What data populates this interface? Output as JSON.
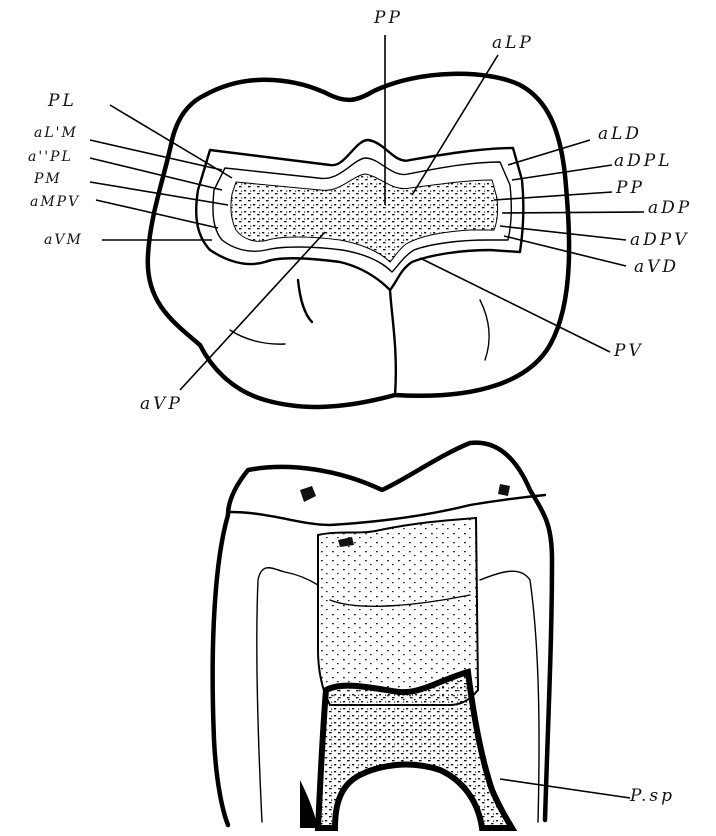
{
  "figure": {
    "labels": {
      "pp_top": "PP",
      "alp": "aLP",
      "pl": "PL",
      "alm": "aL'M",
      "ampl": "a''PL",
      "pm": "PM",
      "ampv": "aMPV",
      "avm": "aVM",
      "ald": "aLD",
      "adpl": "aDPL",
      "pp_right": "PP",
      "adp": "aDP",
      "adpv": "aDPV",
      "avd": "aVD",
      "pv": "PV",
      "avp": "aVP",
      "psp": "P.sp"
    }
  }
}
